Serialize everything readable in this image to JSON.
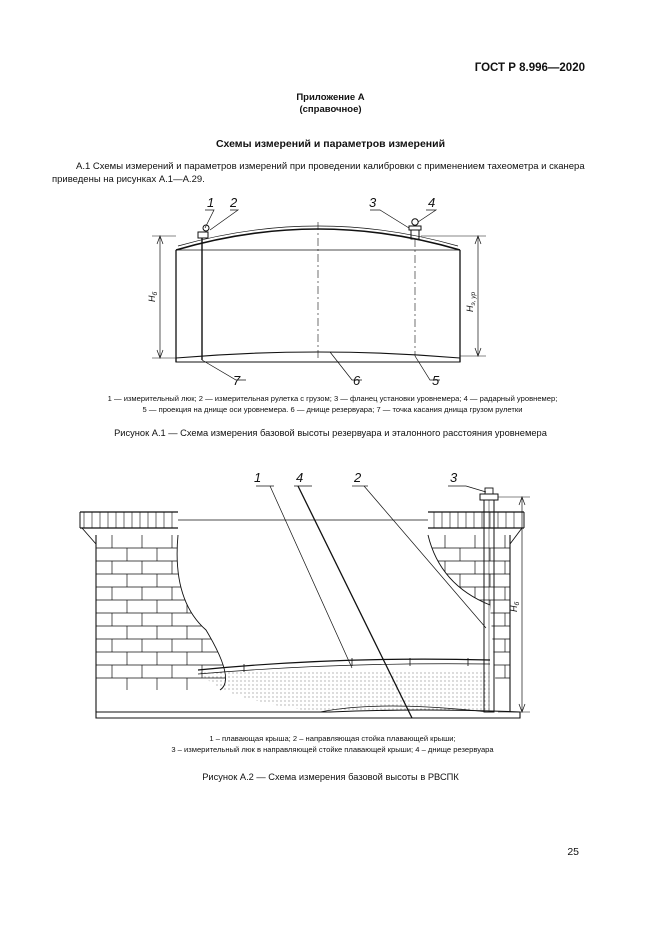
{
  "header": {
    "standard": "ГОСТ Р 8.996—2020"
  },
  "annex": {
    "title": "Приложение А",
    "subtitle": "(справочное)"
  },
  "section_title": "Схемы измерений и параметров измерений",
  "paragraph": "А.1 Схемы измерений и параметров измерений при проведении калибровки с применением тахеометра и сканера приведены на рисунках А.1—А.29.",
  "figure1": {
    "callouts": [
      "1",
      "2",
      "3",
      "4",
      "5",
      "6",
      "7"
    ],
    "h_base_label": "Н",
    "h_base_sub": "б",
    "h_ref_label": "Н",
    "h_ref_sub": "э, ур",
    "legend_line1": "1 — измерительный люк; 2 — измерительная рулетка с грузом; 3 — фланец установки уровнемера; 4 — радарный уровнемер;",
    "legend_line2": "5 — проекция на днище оси уровнемера. 6 — днище резервуара; 7 — точка касания днища грузом рулетки",
    "caption": "Рисунок А.1 — Схема измерения базовой высоты резервуара и эталонного расстояния уровнемера"
  },
  "figure2": {
    "callouts": [
      "1",
      "4",
      "2",
      "3"
    ],
    "h_label": "Н",
    "h_sub": "б",
    "legend_line1": "1 – плавающая крыша; 2 – направляющая стойка плавающей крыши;",
    "legend_line2": "3 – измерительный люк в направляющей стойке плавающей крыши; 4 – днище резервуара",
    "caption": "Рисунок А.2 — Схема измерения базовой высоты в РВСПК"
  },
  "page_number": "25"
}
